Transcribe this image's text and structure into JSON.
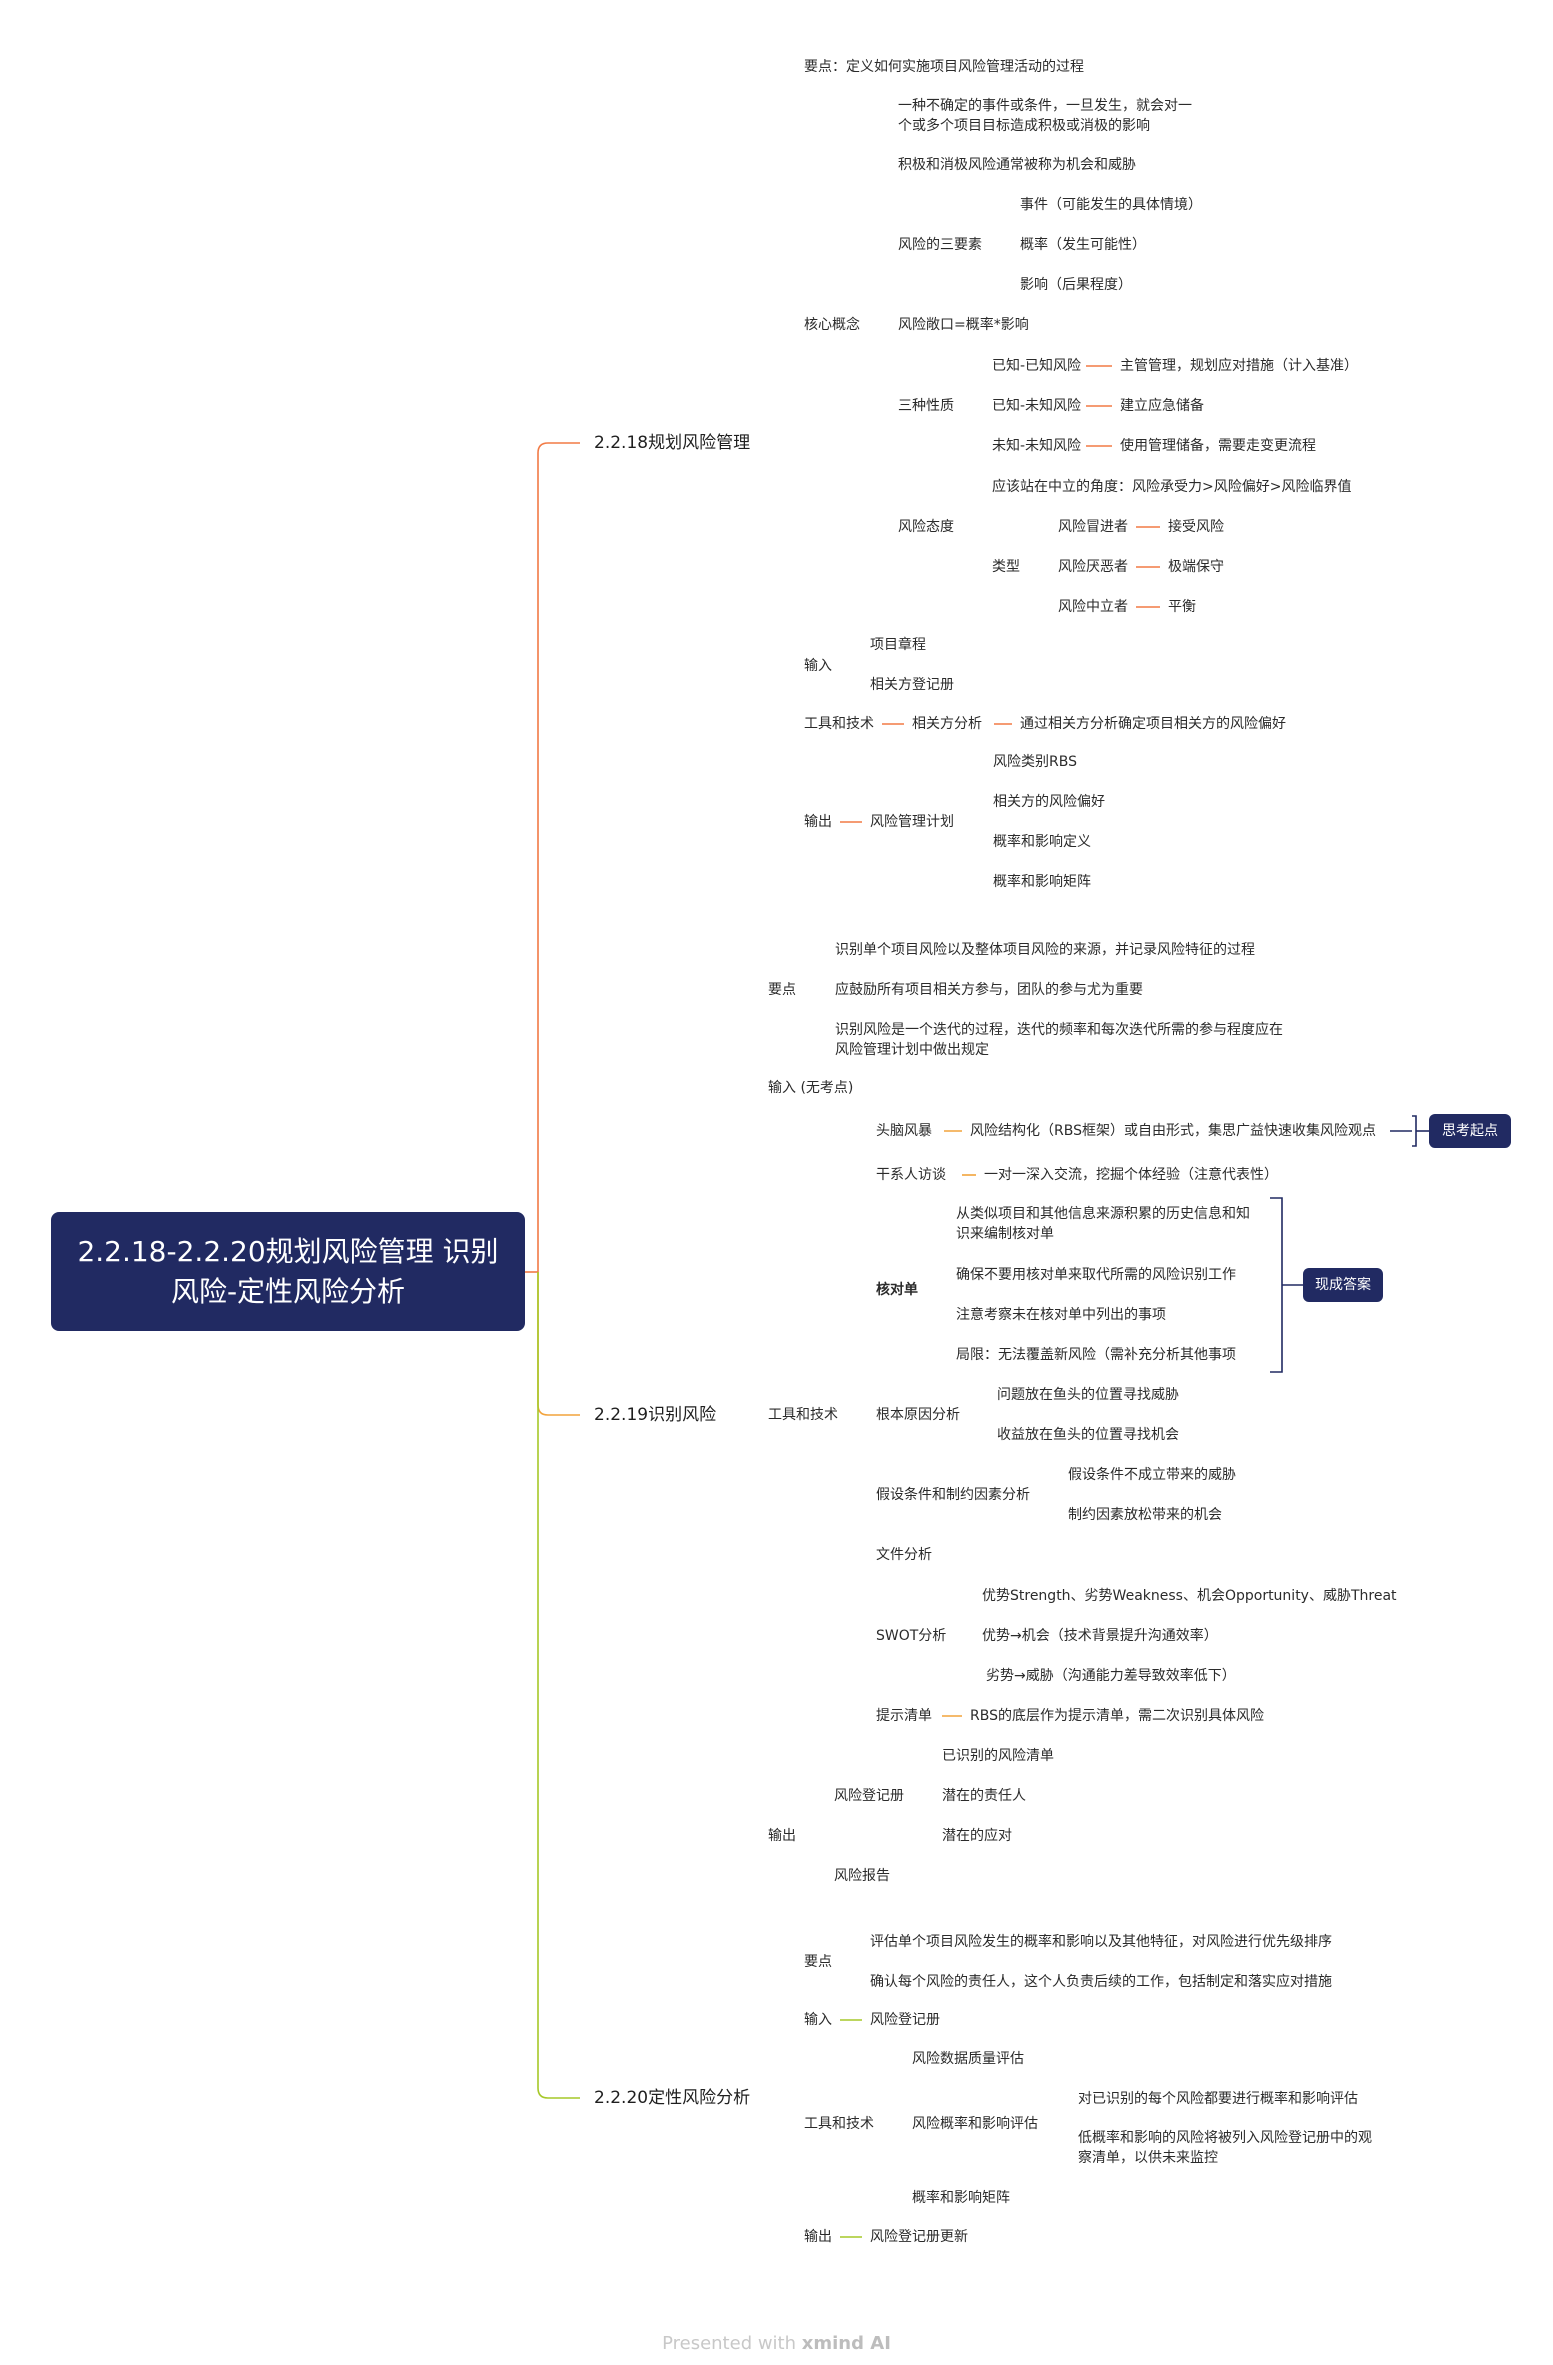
{
  "root": {
    "title": "2.2.18-2.2.20规划风险管理 识别风险-定性风险分析"
  },
  "colors": {
    "s1": "#f27a45",
    "s2": "#f2a33c",
    "s3": "#a6c828",
    "root_bg": "#212a62"
  },
  "s1": {
    "title": "2.2.18规划风险管理",
    "yaodian": {
      "label": "要点",
      "text": "要点：定义如何实施项目风险管理活动的过程"
    },
    "core": {
      "label": "核心概念",
      "uncertain_1": "一种不确定的事件或条件，一旦发生，就会对一",
      "uncertain_2": "个或多个项目目标造成积极或消极的影响",
      "posneg": "积极和消极风险通常被称为机会和威胁",
      "three_elements": {
        "label": "风险的三要素",
        "items": [
          "事件（可能发生的具体情境）",
          "概率（发生可能性）",
          "影响（后果程度）"
        ]
      },
      "exposure": "风险敞口=概率*影响",
      "three_nature": {
        "label": "三种性质",
        "rows": [
          {
            "k": "已知-已知风险",
            "v": "主管管理，规划应对措施（计入基准）"
          },
          {
            "k": "已知-未知风险",
            "v": "建立应急储备"
          },
          {
            "k": "未知-未知风险",
            "v": "使用管理储备，需要走变更流程"
          }
        ]
      },
      "attitude": {
        "label": "风险态度",
        "neutral": "应该站在中立的角度：风险承受力>风险偏好>风险临界值",
        "type_label": "类型",
        "types": [
          {
            "k": "风险冒进者",
            "v": "接受风险"
          },
          {
            "k": "风险厌恶者",
            "v": "极端保守"
          },
          {
            "k": "风险中立者",
            "v": "平衡"
          }
        ]
      }
    },
    "input": {
      "label": "输入",
      "items": [
        "项目章程",
        "相关方登记册"
      ]
    },
    "tools": {
      "label": "工具和技术",
      "item": "相关方分析",
      "detail": "通过相关方分析确定项目相关方的风险偏好"
    },
    "output": {
      "label": "输出",
      "plan": "风险管理计划",
      "items": [
        "风险类别RBS",
        "相关方的风险偏好",
        "概率和影响定义",
        "概率和影响矩阵"
      ]
    }
  },
  "s2": {
    "title": "2.2.19识别风险",
    "yaodian": {
      "label": "要点",
      "p1": "识别单个项目风险以及整体项目风险的来源，并记录风险特征的过程",
      "p2": "应鼓励所有项目相关方参与，团队的参与尤为重要",
      "p3a": "识别风险是一个迭代的过程，迭代的频率和每次迭代所需的参与程度应在",
      "p3b": "风险管理计划中做出规定"
    },
    "input": "输入 (无考点)",
    "tools": {
      "label": "工具和技术",
      "brainstorm": {
        "k": "头脑风暴",
        "v": "风险结构化（RBS框架）或自由形式，集思广益快速收集风险观点",
        "badge": "思考起点"
      },
      "interview": {
        "k": "干系人访谈",
        "v": "一对一深入交流，挖掘个体经验（注意代表性）"
      },
      "checklist": {
        "k": "核对单",
        "badge": "现成答案",
        "i1a": "从类似项目和其他信息来源积累的历史信息和知",
        "i1b": "识来编制核对单",
        "i2": "确保不要用核对单来取代所需的风险识别工作",
        "i3": "注意考察未在核对单中列出的事项",
        "i4": "局限：无法覆盖新风险（需补充分析其他事项"
      },
      "rootcause": {
        "k": "根本原因分析",
        "items": [
          "问题放在鱼头的位置寻找威胁",
          "收益放在鱼头的位置寻找机会"
        ]
      },
      "assumption": {
        "k": "假设条件和制约因素分析",
        "items": [
          "假设条件不成立带来的威胁",
          "制约因素放松带来的机会"
        ]
      },
      "docs": "文件分析",
      "swot": {
        "k": "SWOT分析",
        "items": [
          "优势Strength、劣势Weakness、机会Opportunity、威胁Threat",
          "优势→机会（技术背景提升沟通效率）",
          "劣势→威胁（沟通能力差导致效率低下）"
        ]
      },
      "prompt": {
        "k": "提示清单",
        "v": "RBS的底层作为提示清单，需二次识别具体风险"
      }
    },
    "output": {
      "label": "输出",
      "register": "风险登记册",
      "reg_items": [
        "已识别的风险清单",
        "潜在的责任人",
        "潜在的应对"
      ],
      "report": "风险报告"
    }
  },
  "s3": {
    "title": "2.2.20定性风险分析",
    "yaodian": {
      "label": "要点",
      "p1": "评估单个项目风险发生的概率和影响以及其他特征，对风险进行优先级排序",
      "p2": "确认每个风险的责任人，这个人负责后续的工作，包括制定和落实应对措施"
    },
    "input": {
      "label": "输入",
      "v": "风险登记册"
    },
    "tools": {
      "label": "工具和技术",
      "quality": "风险数据质量评估",
      "assess": "风险概率和影响评估",
      "assess_a": "对已识别的每个风险都要进行概率和影响评估",
      "assess_b1": "低概率和影响的风险将被列入风险登记册中的观",
      "assess_b2": "察清单，以供未来监控",
      "matrix": "概率和影响矩阵"
    },
    "output": {
      "label": "输出",
      "v": "风险登记册更新"
    }
  },
  "footer": {
    "prefix": "Presented with",
    "brand": "xmind AI"
  }
}
